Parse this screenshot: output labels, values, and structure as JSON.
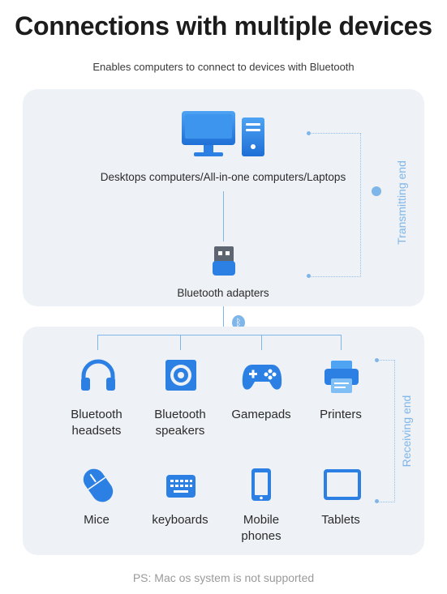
{
  "title": "Connections with multiple devices",
  "subtitle": "Enables computers to connect to devices with Bluetooth",
  "transmitting": {
    "computer_label": "Desktops computers/All-in-one computers/Laptops",
    "adapter_label": "Bluetooth adapters",
    "side_label": "Transmitting end"
  },
  "receiving": {
    "side_label": "Receiving end",
    "devices": [
      {
        "line1": "Bluetooth",
        "line2": "headsets",
        "icon": "headphones-icon"
      },
      {
        "line1": "Bluetooth",
        "line2": "speakers",
        "icon": "speaker-icon"
      },
      {
        "line1": "Gamepads",
        "line2": "",
        "icon": "gamepad-icon"
      },
      {
        "line1": "Printers",
        "line2": "",
        "icon": "printer-icon"
      },
      {
        "line1": "Mice",
        "line2": "",
        "icon": "mouse-icon"
      },
      {
        "line1": "keyboards",
        "line2": "",
        "icon": "keyboard-icon"
      },
      {
        "line1": "Mobile",
        "line2": "phones",
        "icon": "mobile-phone-icon"
      },
      {
        "line1": "Tablets",
        "line2": "",
        "icon": "tablet-icon"
      }
    ]
  },
  "footnote": "PS:  Mac os system is not supported",
  "colors": {
    "accent": "#2f7fe0",
    "panel": "#eef1f5",
    "line": "#7fb6ea"
  }
}
